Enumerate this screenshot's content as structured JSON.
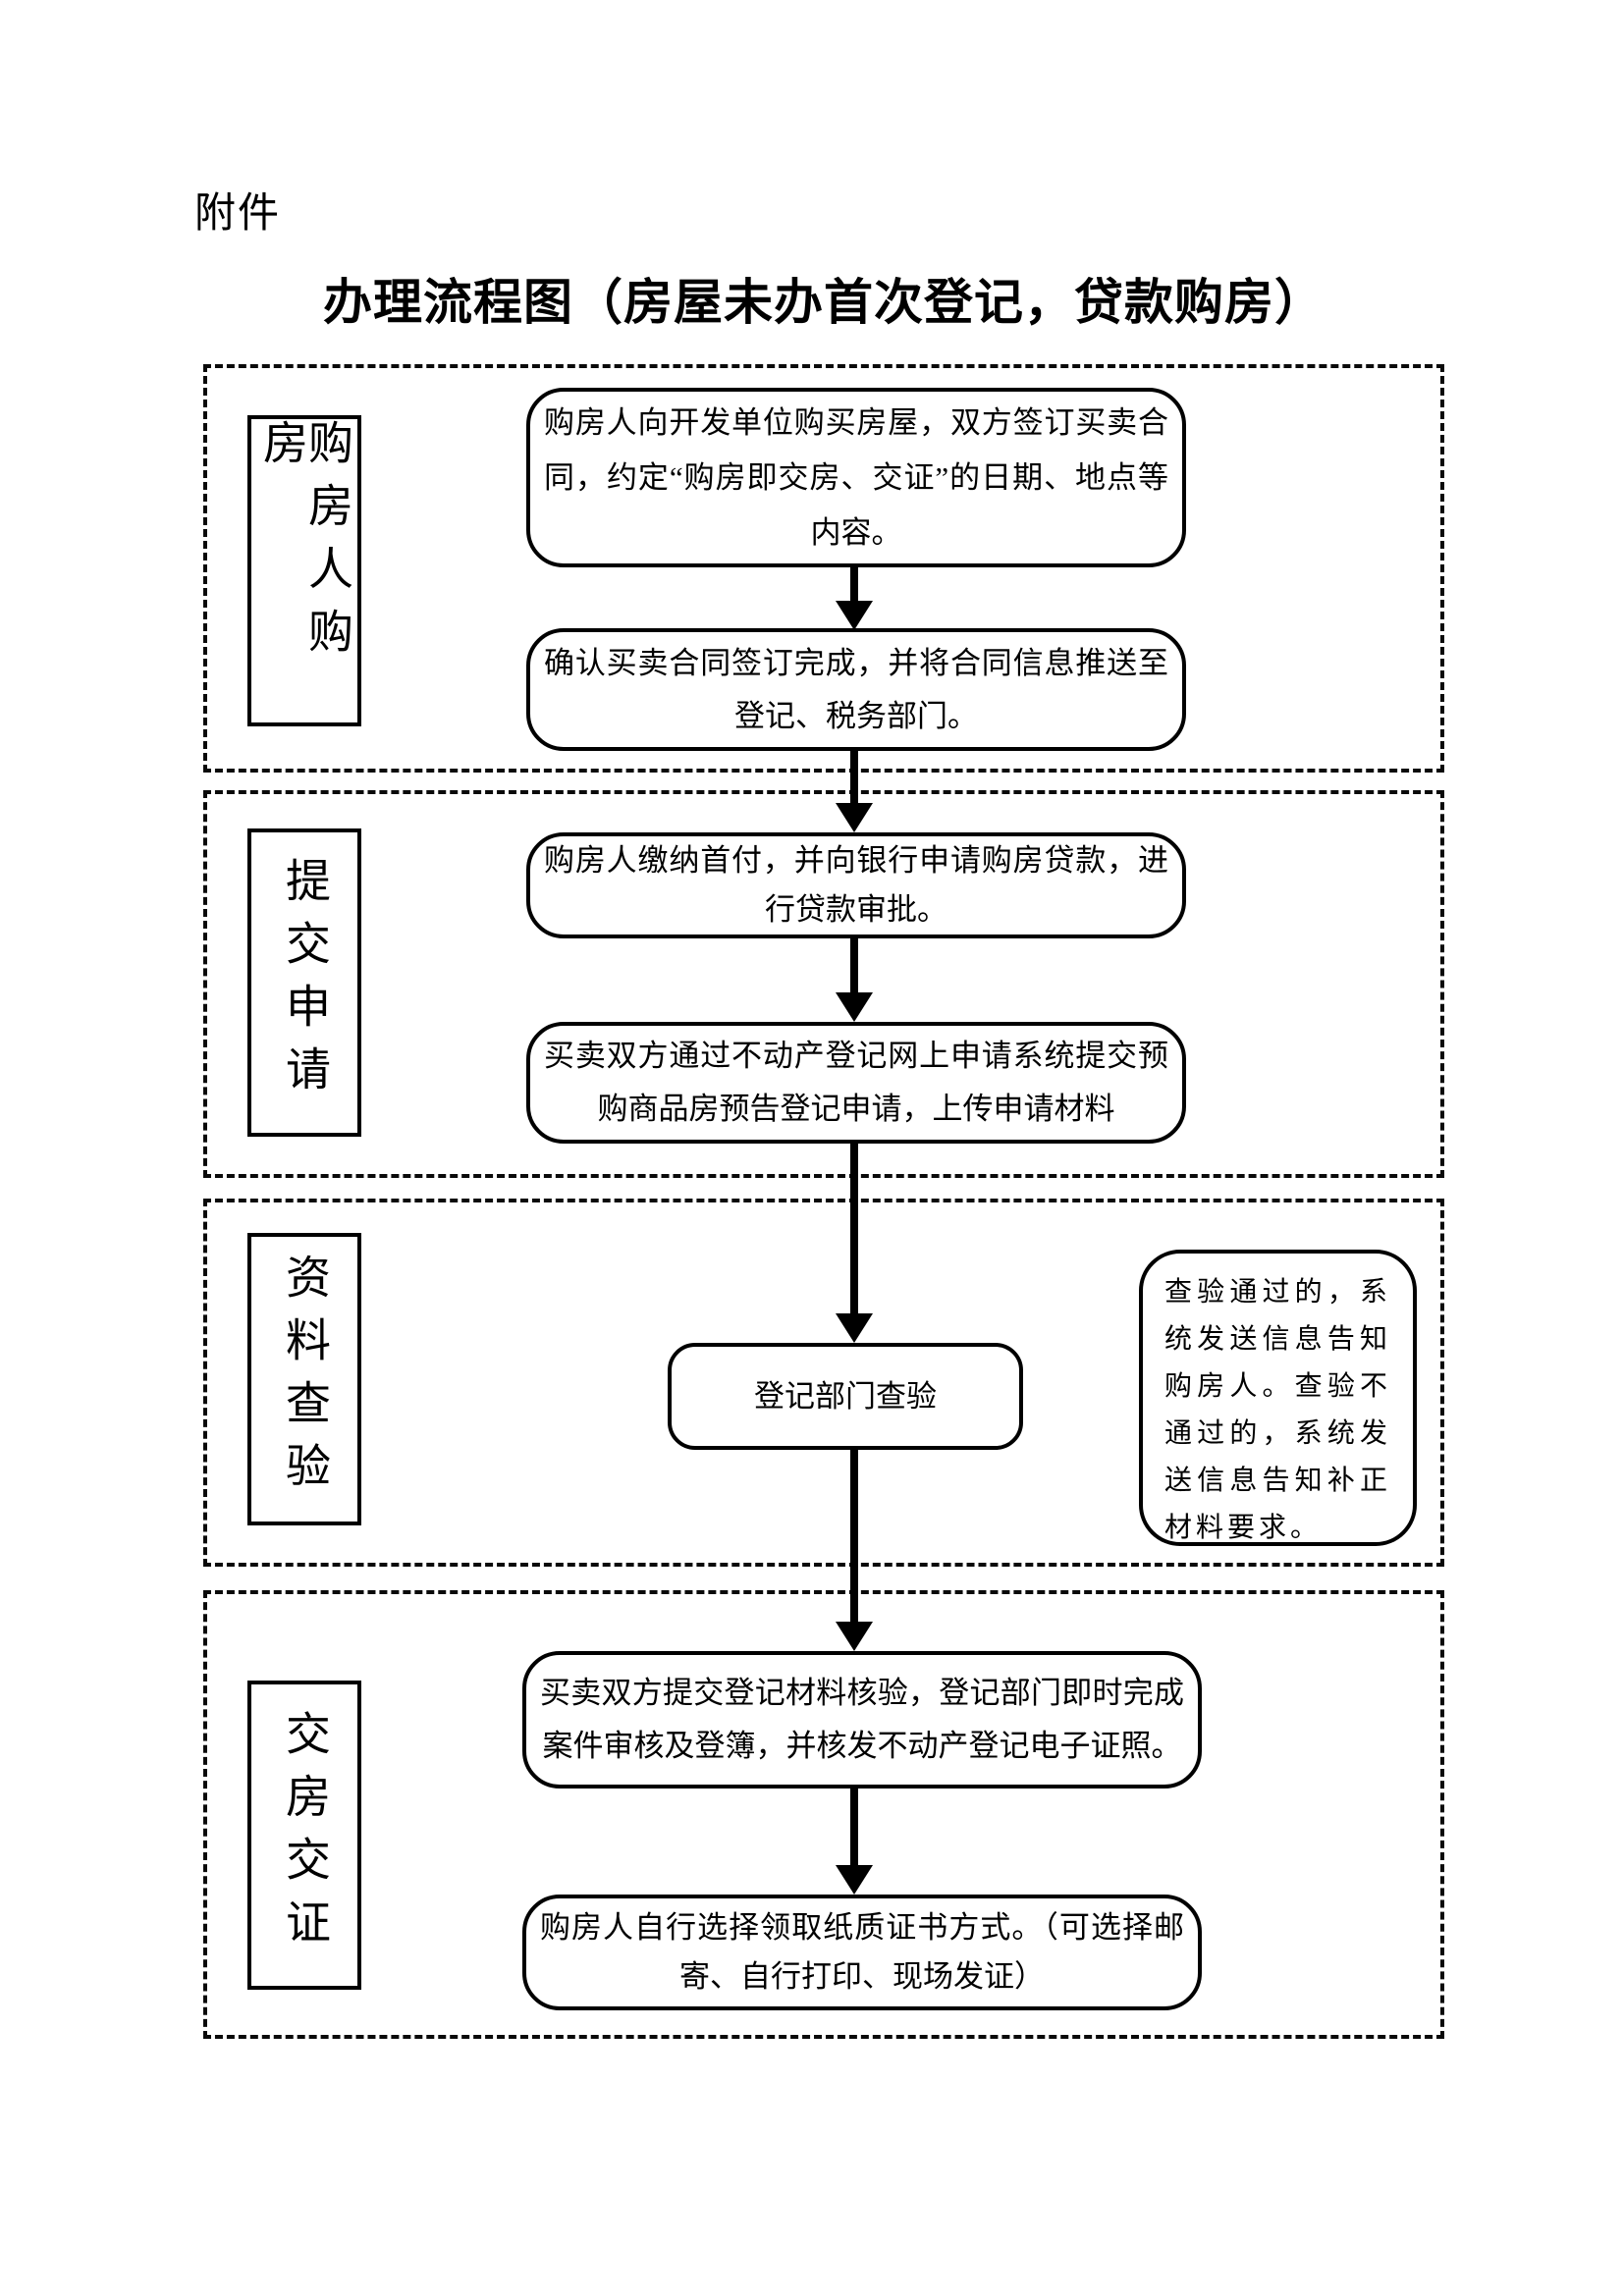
{
  "page": {
    "attachment_label": "附件",
    "title": "办理流程图（房屋未办首次登记，贷款购房）"
  },
  "sections": {
    "buyer_purchase": {
      "label": "购房人购房",
      "box_sign_contract": "购房人向开发单位购买房屋，双方签订买卖合同，约定“购房即交房、交证”的日期、地点等内容。",
      "box_confirm_contract": "确认买卖合同签订完成，并将合同信息推送至登记、税务部门。"
    },
    "submit_application": {
      "label": "提交申请",
      "box_down_payment": "购房人缴纳首付，并向银行申请购房贷款，进行贷款审批。",
      "box_online_application": "买卖双方通过不动产登记网上申请系统提交预购商品房预告登记申请，上传申请材料"
    },
    "material_check": {
      "label": "资料查验",
      "box_registration_check": "登记部门查验",
      "note_check_result": "查验通过的，系统发送信息告知购房人。查验不通过的，系统发送信息告知补正材料要求。"
    },
    "delivery": {
      "label": "交房交证",
      "box_verify_and_register": "买卖双方提交登记材料核验，登记部门即时完成案件审核及登簿，并核发不动产登记电子证照。",
      "box_choose_certificate": "购房人自行选择领取纸质证书方式。（可选择邮寄、自行打印、现场发证）"
    }
  }
}
